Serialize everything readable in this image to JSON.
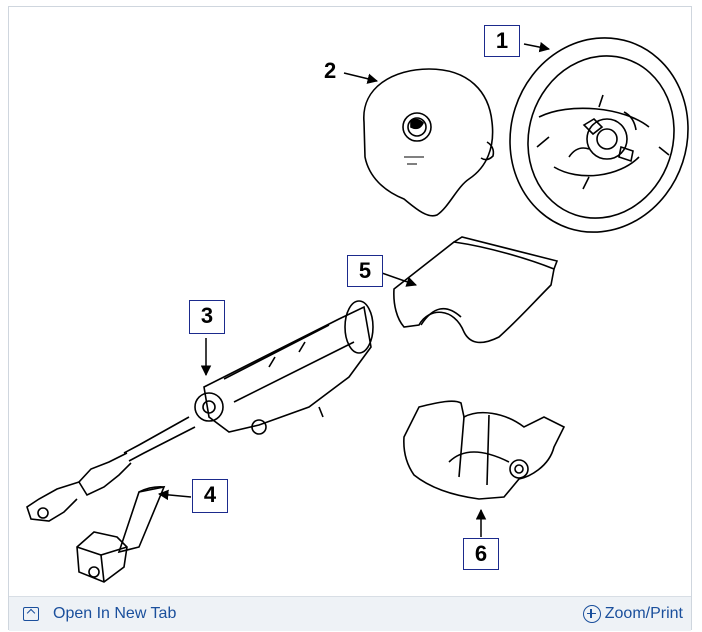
{
  "callouts": {
    "c1": "1",
    "c2": "2",
    "c3": "3",
    "c4": "4",
    "c5": "5",
    "c6": "6"
  },
  "footer": {
    "open_new_tab": "Open In New Tab",
    "zoom_print": "Zoom/Print"
  },
  "colors": {
    "link": "#1a4f9c",
    "callout_border": "#1b2a8c",
    "footer_bg": "#eef2f6"
  }
}
